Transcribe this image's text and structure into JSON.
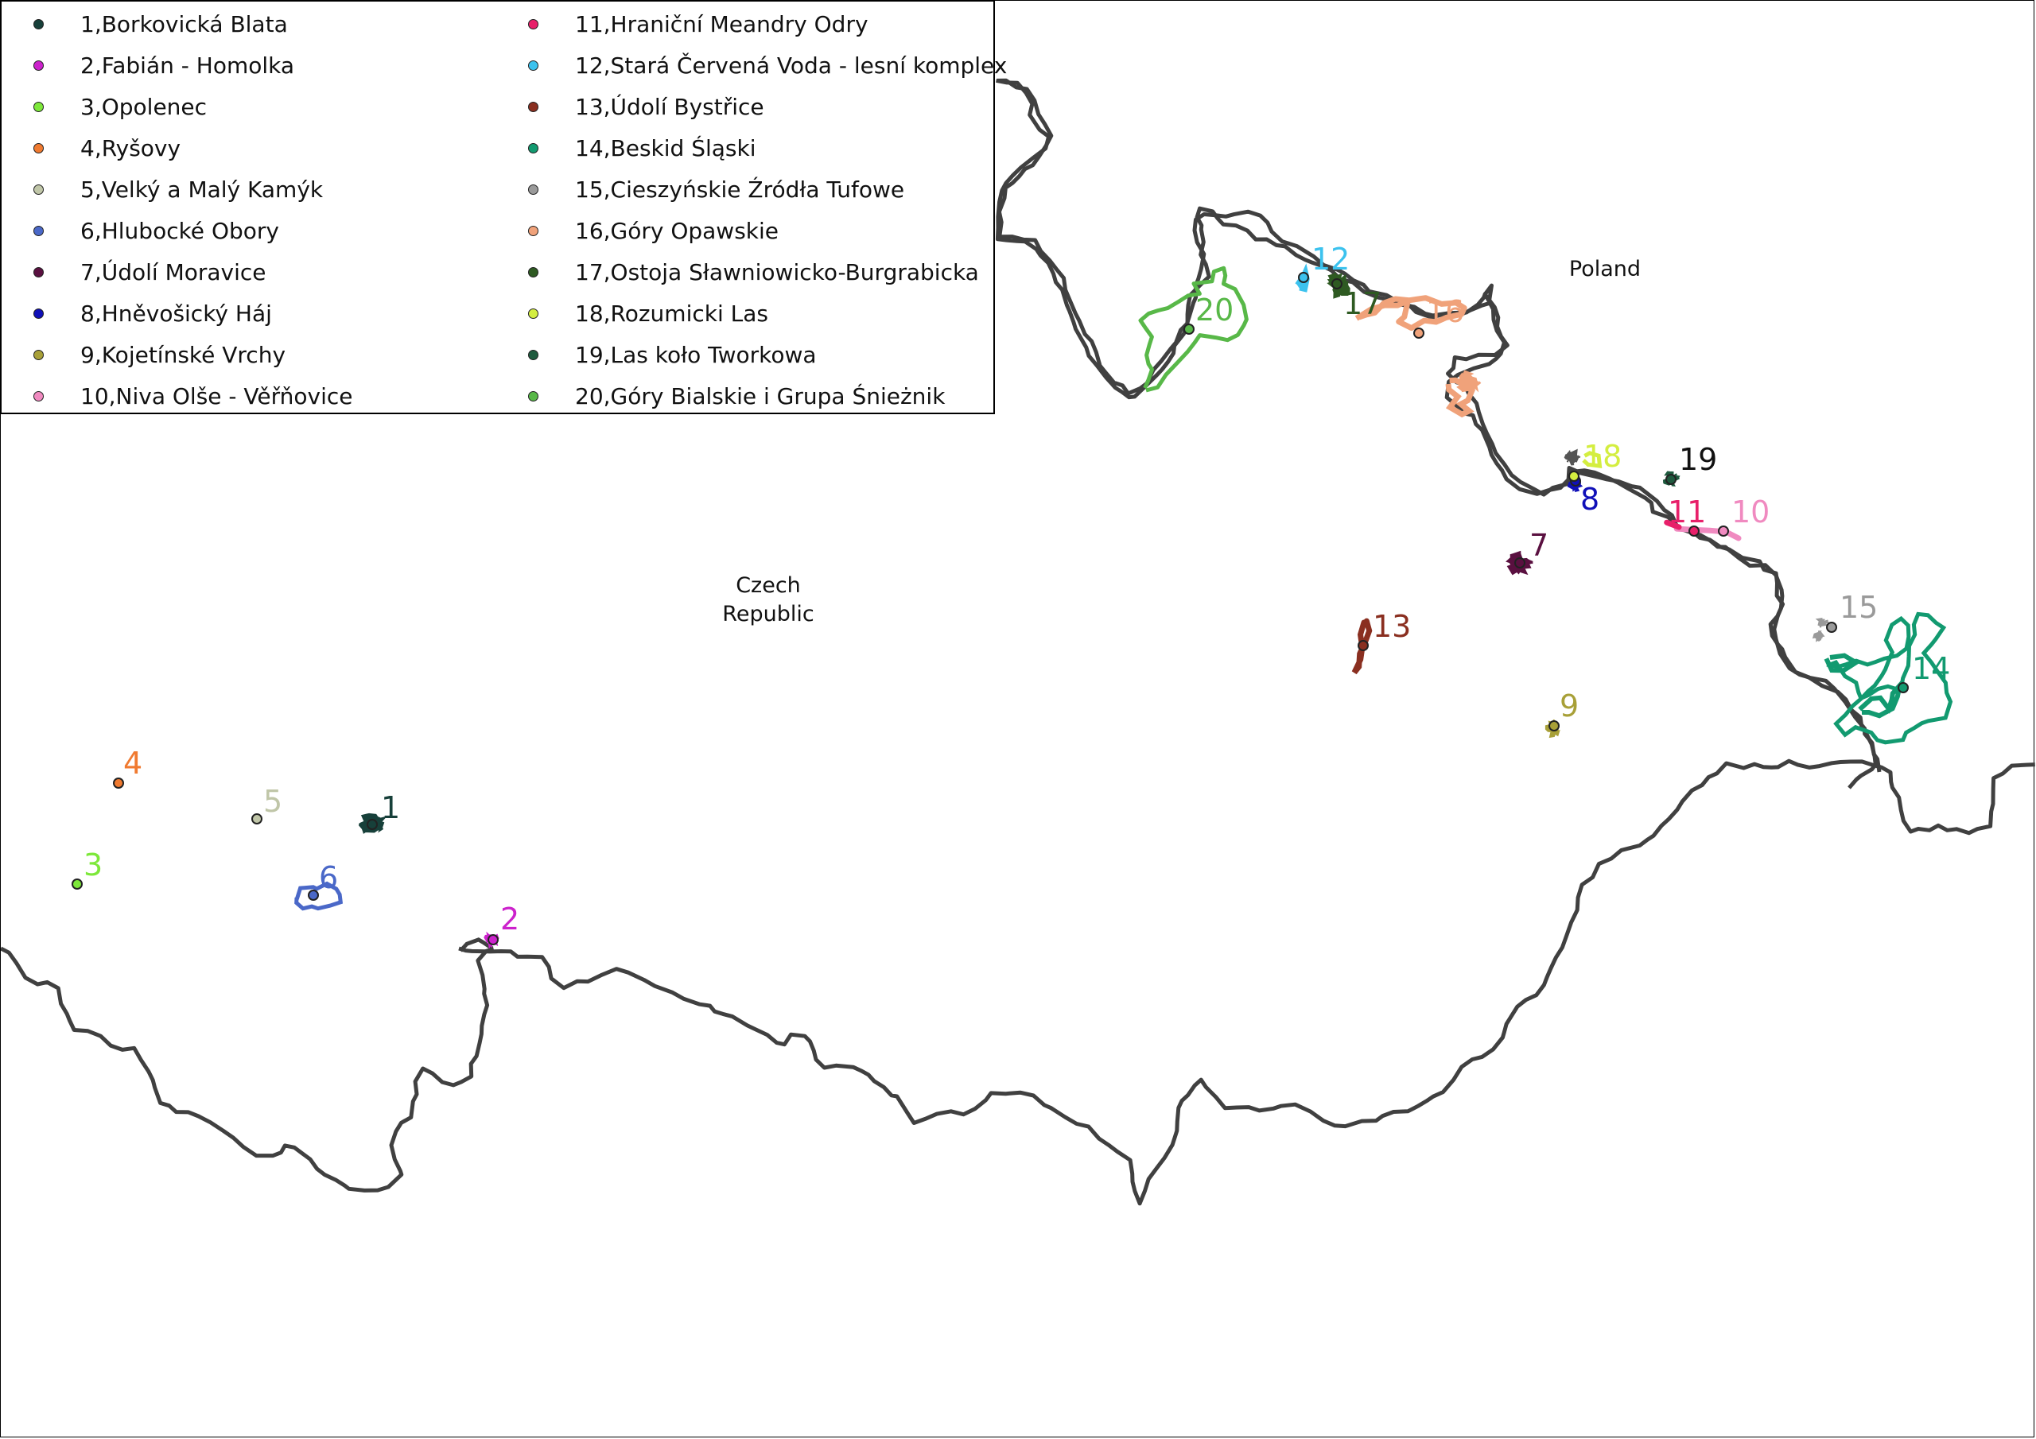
{
  "countries": {
    "poland": "Poland",
    "czech_line1": "Czech",
    "czech_line2": "Republic"
  },
  "border_color": "#404040",
  "sites": [
    {
      "id": 1,
      "legend": "1,Borkovická Blata",
      "label": "1",
      "color": "#17403a"
    },
    {
      "id": 2,
      "legend": "2,Fabián - Homolka",
      "label": "2",
      "color": "#cc22cc"
    },
    {
      "id": 3,
      "legend": "3,Opolenec",
      "label": "3",
      "color": "#7de83a"
    },
    {
      "id": 4,
      "legend": "4,Ryšovy",
      "label": "4",
      "color": "#f07a30"
    },
    {
      "id": 5,
      "legend": "5,Velký a Malý Kamýk",
      "label": "5",
      "color": "#c0c6a8"
    },
    {
      "id": 6,
      "legend": "6,Hlubocké Obory",
      "label": "6",
      "color": "#4a68c8"
    },
    {
      "id": 7,
      "legend": "7,Údolí Moravice",
      "label": "7",
      "color": "#5a1040"
    },
    {
      "id": 8,
      "legend": "8,Hněvošický Háj",
      "label": "8",
      "color": "#1010b8"
    },
    {
      "id": 9,
      "legend": "9,Kojetínské Vrchy",
      "label": "9",
      "color": "#a8a038"
    },
    {
      "id": 10,
      "legend": "10,Niva Olše - Věřňovice",
      "label": "10",
      "color": "#f08ac0"
    },
    {
      "id": 11,
      "legend": "11,Hraniční Meandry Odry",
      "label": "11",
      "color": "#e8206a"
    },
    {
      "id": 12,
      "legend": "12,Stará Červená Voda - lesní komplex",
      "label": "12",
      "color": "#3cc2ee"
    },
    {
      "id": 13,
      "legend": "13,Údolí Bystřice",
      "label": "13",
      "color": "#8a2f20"
    },
    {
      "id": 14,
      "legend": "14,Beskid Śląski",
      "label": "14",
      "color": "#129a70"
    },
    {
      "id": 15,
      "legend": "15,Cieszyńskie Źródła Tufowe",
      "label": "15",
      "color": "#9a9a9a"
    },
    {
      "id": 16,
      "legend": "16,Góry Opawskie",
      "label": "16",
      "color": "#f0a27a"
    },
    {
      "id": 17,
      "legend": "17,Ostoja Sławniowicko-Burgrabicka",
      "label": "17",
      "color": "#2e5a22"
    },
    {
      "id": 18,
      "legend": "18,Rozumicki Las",
      "label": "18",
      "color": "#d4ee40"
    },
    {
      "id": 19,
      "legend": "19,Las koło Tworkowa",
      "label": "19",
      "color": "#1e5a3e"
    },
    {
      "id": 20,
      "legend": "20,Góry Bialskie i Grupa Śnieżnik",
      "label": "20",
      "color": "#58b848"
    }
  ]
}
